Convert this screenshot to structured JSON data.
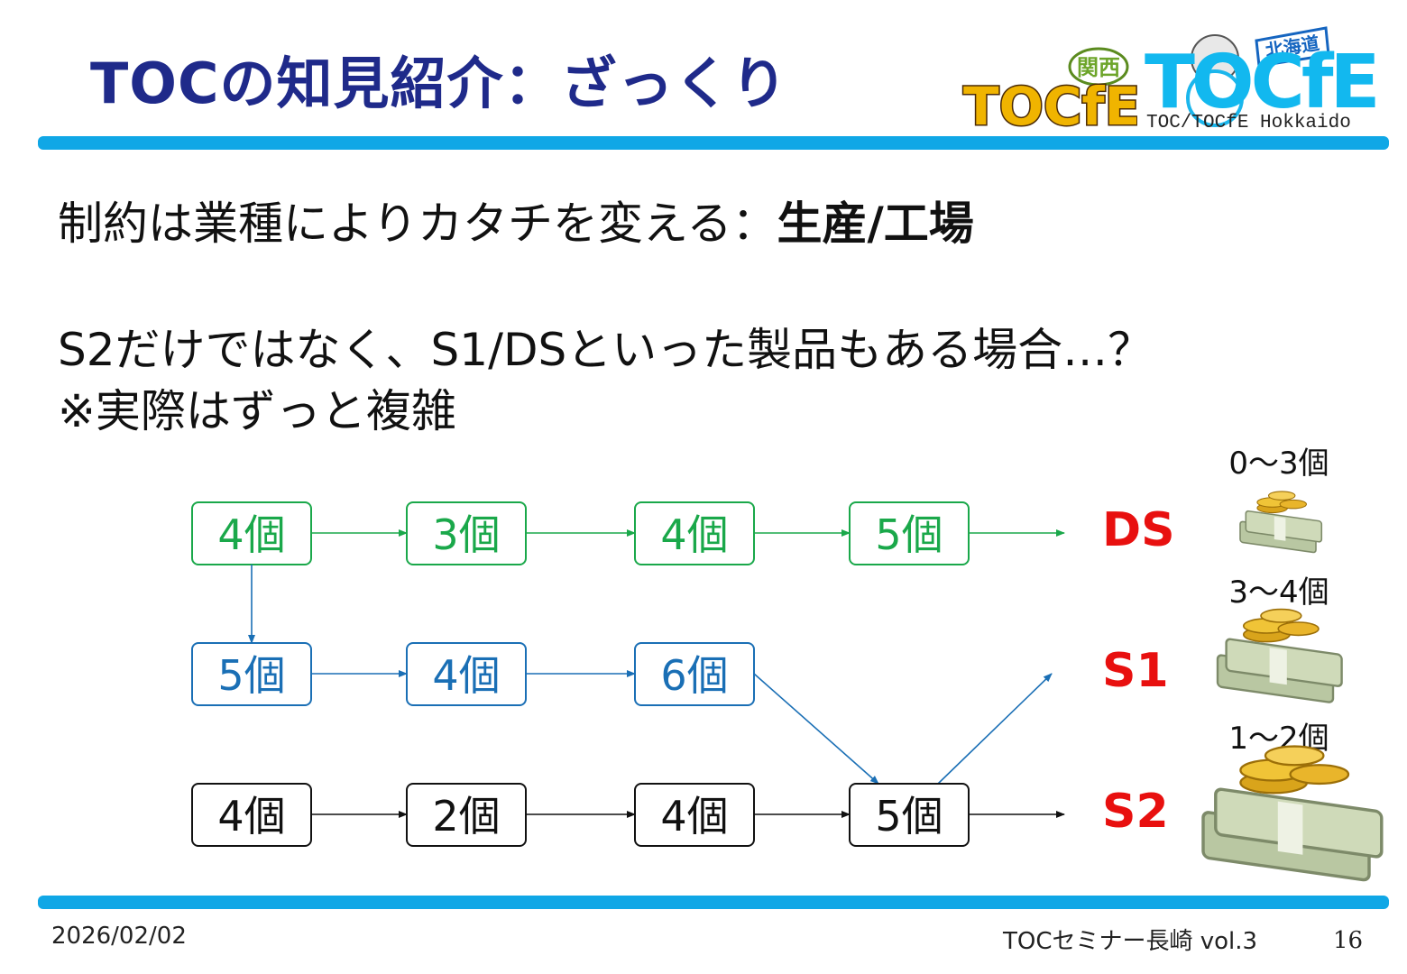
{
  "slide": {
    "title": "TOCの知見紹介：ざっくり",
    "line1_prefix": "制約は業種によりカタチを変える：",
    "line1_bold": "生産/工場",
    "line2": "S2だけではなく、S1/DSといった製品もある場合…？",
    "line3": "※実際はずっと複雑"
  },
  "logos": {
    "kansai": {
      "badge": "関西",
      "word": "TOCfE"
    },
    "hokkaido": {
      "flag": "北海道",
      "word": "TOCfE",
      "caption": "TOC/TOCfE Hokkaido"
    }
  },
  "flow": {
    "rows": {
      "ds": {
        "nodes": [
          "4個",
          "3個",
          "4個",
          "5個"
        ],
        "product": "DS",
        "range": "0〜3個",
        "color": "#1aa84a"
      },
      "s1": {
        "nodes": [
          "5個",
          "4個",
          "6個"
        ],
        "product": "S1",
        "range": "3〜4個",
        "color": "#1a6fb5"
      },
      "s2": {
        "nodes": [
          "4個",
          "2個",
          "4個",
          "5個"
        ],
        "product": "S2",
        "range": "1〜2個",
        "color": "#111111"
      }
    },
    "product_color": "#e8100f",
    "money_icon": "money-stack-icon"
  },
  "footer": {
    "date": "2026/02/02",
    "event": "TOCセミナー長崎 vol.3",
    "page": "16"
  }
}
